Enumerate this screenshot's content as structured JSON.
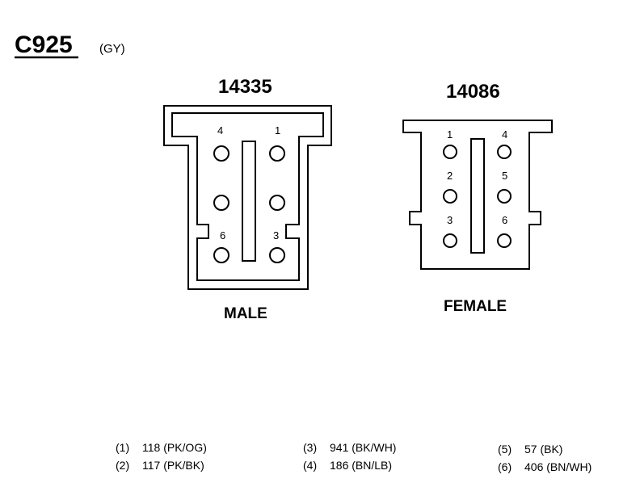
{
  "connector": {
    "id": "C925",
    "color_code": "(GY)"
  },
  "male": {
    "part_number": "14335",
    "label": "MALE",
    "pins": {
      "4": "4",
      "1": "1",
      "6": "6",
      "3": "3"
    }
  },
  "female": {
    "part_number": "14086",
    "label": "FEMALE",
    "pins": {
      "1": "1",
      "4": "4",
      "2": "2",
      "5": "5",
      "3": "3",
      "6": "6"
    }
  },
  "legend": [
    {
      "num": "(1)",
      "desc": "118 (PK/OG)"
    },
    {
      "num": "(2)",
      "desc": "117 (PK/BK)"
    },
    {
      "num": "(3)",
      "desc": "941 (BK/WH)"
    },
    {
      "num": "(4)",
      "desc": "186 (BN/LB)"
    },
    {
      "num": "(5)",
      "desc": "57 (BK)"
    },
    {
      "num": "(6)",
      "desc": "406 (BN/WH)"
    }
  ]
}
